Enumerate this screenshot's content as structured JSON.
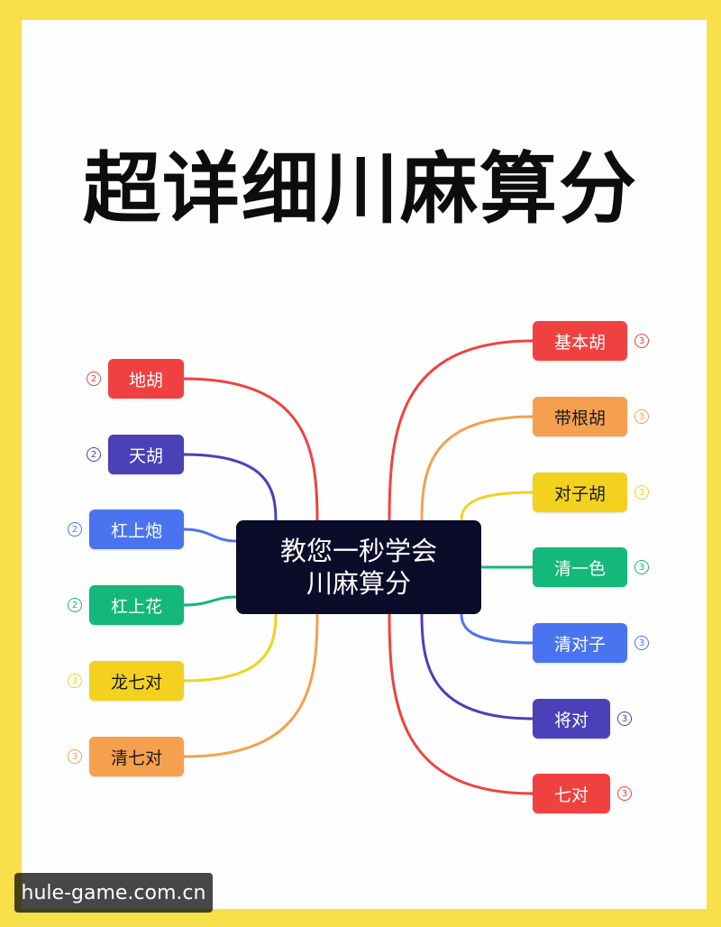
{
  "title": "超详细川麻算分",
  "center": {
    "line1": "教您一秒学会",
    "line2": "川麻算分"
  },
  "watermark": "hule-game.com.cn",
  "left_nodes": [
    {
      "label": "地胡",
      "badge": "2",
      "color": "#f04141"
    },
    {
      "label": "天胡",
      "badge": "2",
      "color": "#4a40b8"
    },
    {
      "label": "杠上炮",
      "badge": "2",
      "color": "#4a74ef"
    },
    {
      "label": "杠上花",
      "badge": "2",
      "color": "#13b87a"
    },
    {
      "label": "龙七对",
      "badge": "3",
      "color": "#f2d21f"
    },
    {
      "label": "清七对",
      "badge": "3",
      "color": "#f5a04e"
    }
  ],
  "right_nodes": [
    {
      "label": "基本胡",
      "badge": "3",
      "color": "#f04141"
    },
    {
      "label": "带根胡",
      "badge": "3",
      "color": "#f5a04e"
    },
    {
      "label": "对子胡",
      "badge": "3",
      "color": "#f2d21f"
    },
    {
      "label": "清一色",
      "badge": "3",
      "color": "#13b87a"
    },
    {
      "label": "清对子",
      "badge": "3",
      "color": "#4a74ef"
    },
    {
      "label": "将对",
      "badge": "3",
      "color": "#4a40b8"
    },
    {
      "label": "七对",
      "badge": "3",
      "color": "#f04141"
    }
  ]
}
